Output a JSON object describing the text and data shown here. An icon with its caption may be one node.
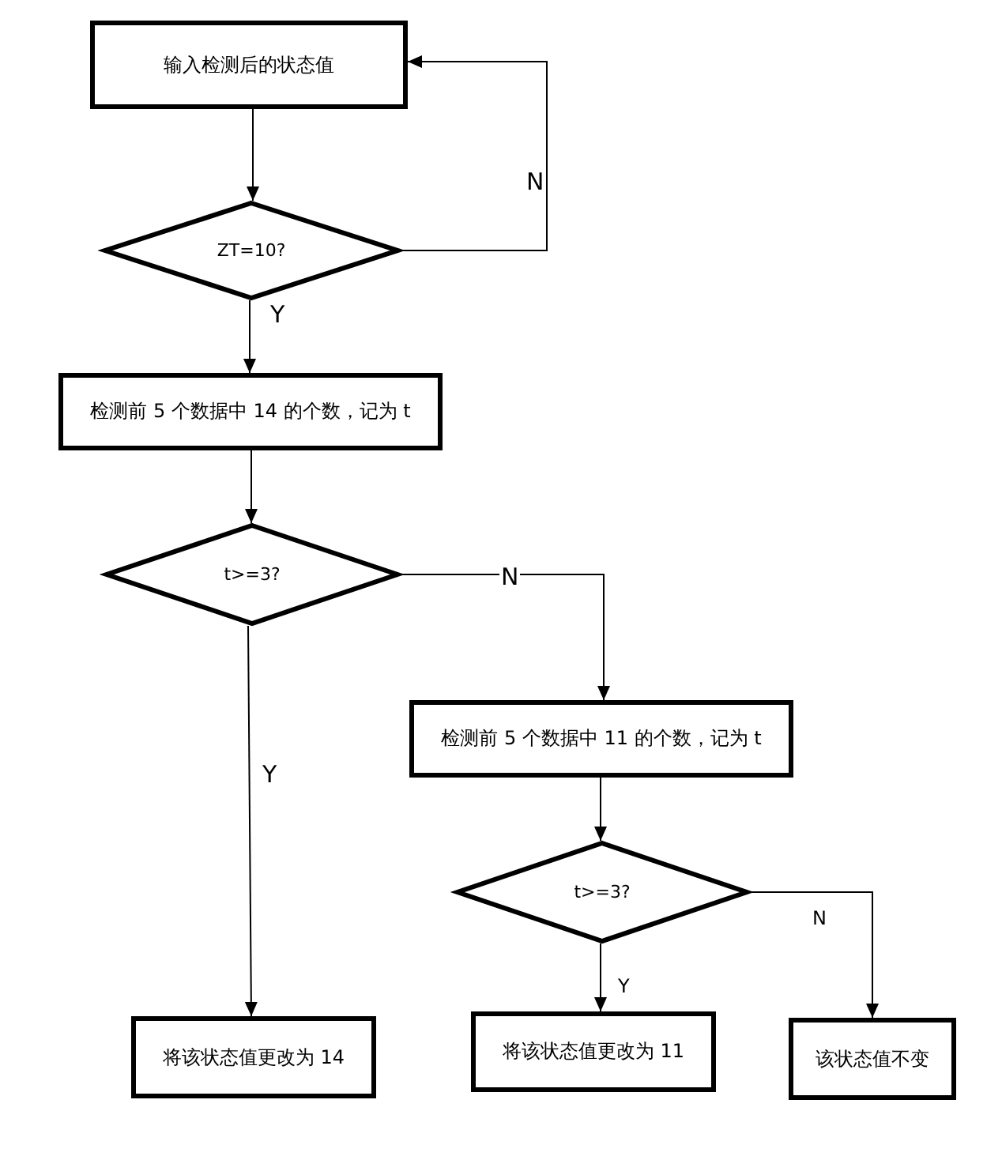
{
  "diagram": {
    "nodes": [
      {
        "text": [
          "输入检测后的状态值"
        ]
      },
      {
        "text": [
          "ZT=10?"
        ]
      },
      {
        "text": [
          "检测前 5 个数据中 14 的个数，记为 t"
        ]
      },
      {
        "text": [
          "t>=3?"
        ]
      },
      {
        "text": [
          "检测前 5 个数据中 11 的个数，记为 t"
        ]
      },
      {
        "text": [
          "t>=3?"
        ]
      },
      {
        "text": [
          "将该状态值更改为 14"
        ]
      },
      {
        "text": [
          "将该状态值更改为 11"
        ]
      },
      {
        "text": [
          "该状态值不变"
        ]
      }
    ],
    "edges": [
      {
        "from": 0,
        "to": 1,
        "arrow": "to"
      },
      {
        "from": 1,
        "to": 0,
        "arrow": "to",
        "label": "N"
      },
      {
        "from": 1,
        "to": 2,
        "arrow": "to",
        "label": "Y"
      },
      {
        "from": 2,
        "to": 3,
        "arrow": "to"
      },
      {
        "from": 3,
        "to": 4,
        "arrow": "to",
        "label": "N"
      },
      {
        "from": 3,
        "to": 6,
        "arrow": "to",
        "label": "Y"
      },
      {
        "from": 4,
        "to": 5,
        "arrow": "to"
      },
      {
        "from": 5,
        "to": 7,
        "arrow": "to",
        "label": "Y"
      },
      {
        "from": 5,
        "to": 8,
        "arrow": "to",
        "label": "N"
      }
    ]
  }
}
